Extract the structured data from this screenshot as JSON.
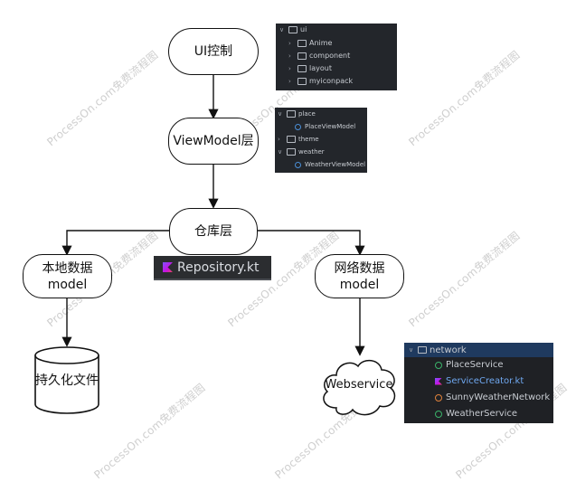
{
  "watermark": "ProcessOn.com免费流程图",
  "nodes": {
    "ui": "UI控制",
    "viewmodel": "ViewModel层",
    "repository": "仓库层",
    "local_line1": "本地数据",
    "local_line2": "model",
    "network_line1": "网络数据",
    "network_line2": "model",
    "persistence": "持久化文件",
    "webservice": "Webservice"
  },
  "ui_panel": {
    "root": "ui",
    "items": [
      "Anime",
      "component",
      "layout",
      "myiconpack"
    ]
  },
  "vm_panel": {
    "items": [
      "place",
      "PlaceViewModel",
      "theme",
      "weather",
      "WeatherViewModel"
    ]
  },
  "repo_file": "Repository.kt",
  "network_panel": {
    "root": "network",
    "items": [
      "PlaceService",
      "ServiceCreator.kt",
      "SunnyWeatherNetwork",
      "WeatherService"
    ]
  },
  "colors": {
    "panel_bg": "#23262b",
    "selected_row": "#1f3a5f",
    "kotlin_accent": "#7f52ff"
  }
}
